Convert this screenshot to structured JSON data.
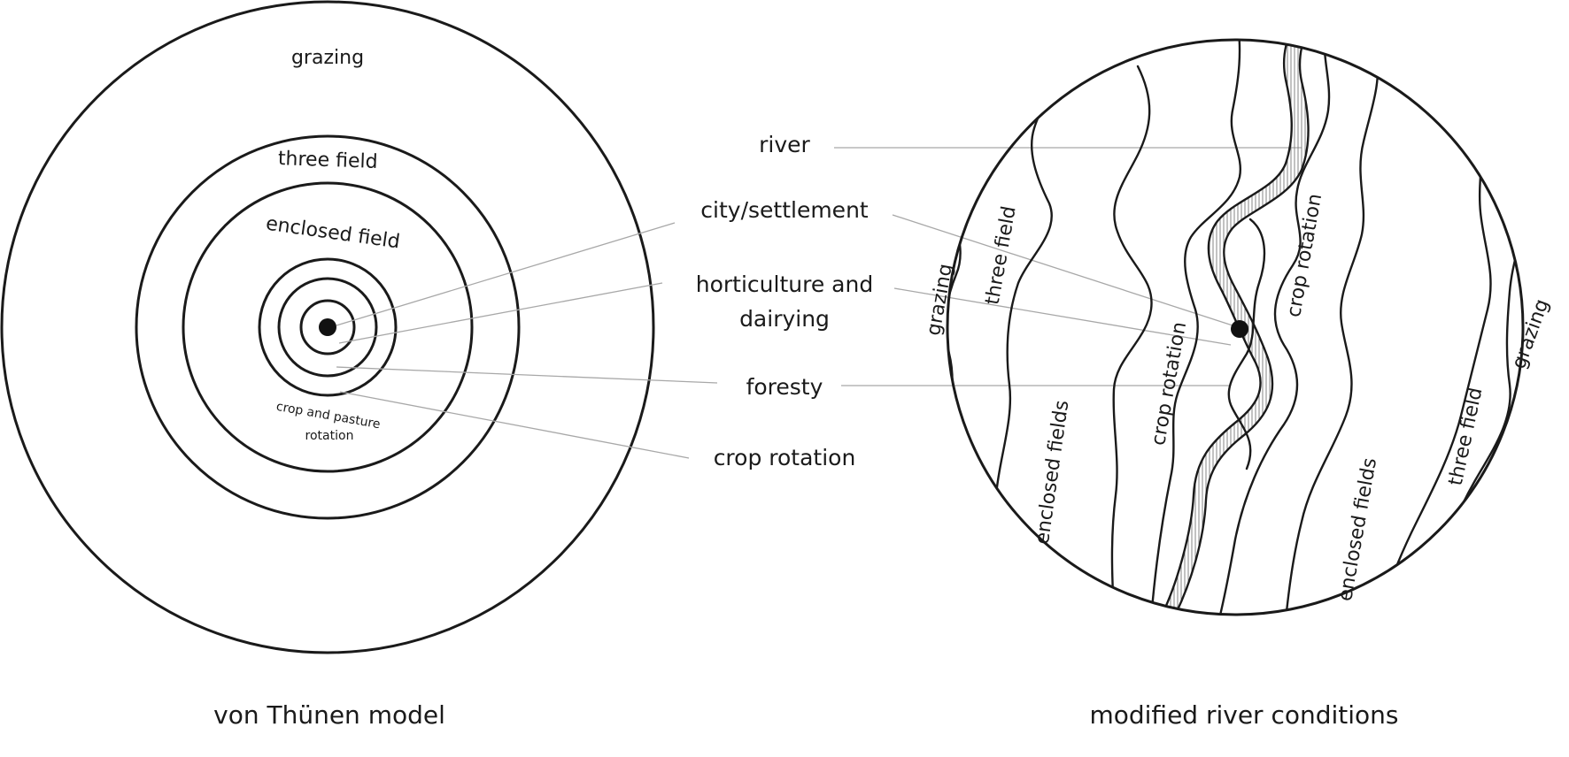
{
  "von_thunen": {
    "caption": "von Thünen model",
    "zones": {
      "grazing": "grazing",
      "three_field": "three field",
      "enclosed_field": "enclosed field",
      "crop_pasture_line1": "crop and pasture",
      "crop_pasture_line2": "rotation"
    }
  },
  "legend": {
    "river": "river",
    "city": "city/settlement",
    "horticulture_line1": "horticulture and",
    "horticulture_line2": "dairying",
    "forestry": "foresty",
    "crop_rotation": "crop rotation"
  },
  "river_model": {
    "caption": "modified river conditions",
    "zones": {
      "grazing_left": "grazing",
      "three_field_left": "three field",
      "enclosed_left": "enclosed fields",
      "crop_rotation_left": "crop rotation",
      "crop_rotation_right": "crop rotation",
      "enclosed_right": "enclosed fields",
      "three_field_right": "three field",
      "grazing_right": "grazing"
    }
  },
  "colors": {
    "ink": "#1a1a1a",
    "leader_line": "#a8a8a8",
    "background": "#ffffff"
  }
}
